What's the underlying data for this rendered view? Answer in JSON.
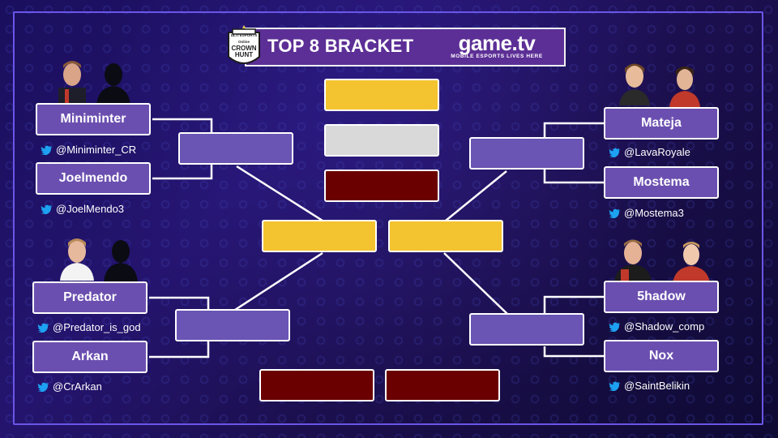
{
  "header": {
    "title": "TOP 8 BRACKET",
    "crown_logo": {
      "line1": "ULTI ESPORTS",
      "line2": "Online",
      "line3": "CROWN",
      "line4": "HUNT"
    },
    "sponsor": {
      "name": "game.tv",
      "tagline": "MOBILE ESPORTS LIVES HERE"
    }
  },
  "players": [
    {
      "name": "Miniminter",
      "handle": "@Miniminter_CR"
    },
    {
      "name": "Joelmendo",
      "handle": "@JoelMendo3"
    },
    {
      "name": "Predator",
      "handle": "@Predator_is_god"
    },
    {
      "name": "Arkan",
      "handle": "@CrArkan"
    },
    {
      "name": "Mateja",
      "handle": "@LavaRoyale"
    },
    {
      "name": "Mostema",
      "handle": "@Mostema3"
    },
    {
      "name": "5hadow",
      "handle": "@Shadow_comp"
    },
    {
      "name": "Nox",
      "handle": "@SaintBelikin"
    }
  ],
  "colors": {
    "background": "#1a0f5e",
    "player_box": "#6b4fb0",
    "gold": "#f3c430",
    "silver": "#d9d9d9",
    "maroon": "#6b0000",
    "twitter": "#1da1f2"
  },
  "icons": {
    "social": "twitter-bird-icon",
    "avatar": "player-photo"
  }
}
